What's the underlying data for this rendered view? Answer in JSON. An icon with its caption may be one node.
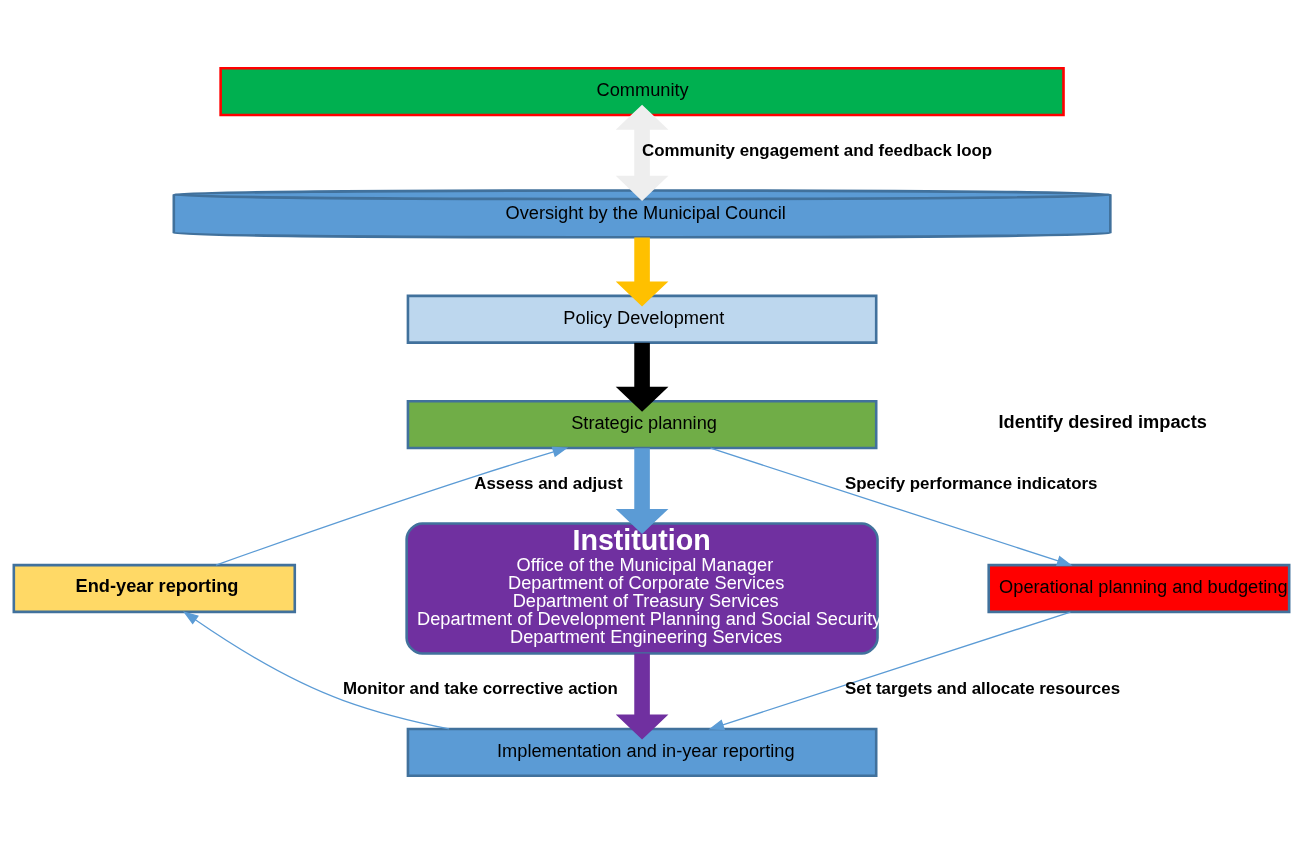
{
  "diagram": {
    "nodes": [
      {
        "text": [
          "Community"
        ]
      },
      {
        "text": [
          "Oversight by the Municipal Council"
        ]
      },
      {
        "text": [
          "Policy Development"
        ]
      },
      {
        "text": [
          "Strategic planning"
        ]
      },
      {
        "text": [
          "Institution",
          "Office of the Municipal Manager",
          "Department of Corporate Services",
          "Department of Treasury Services",
          "Department of Development Planning and Social Security",
          "Department Engineering Services"
        ]
      },
      {
        "text": [
          "End-year reporting"
        ]
      },
      {
        "text": [
          "Operational planning and budgeting"
        ]
      },
      {
        "text": [
          "Implementation and in-year reporting"
        ]
      }
    ],
    "edges": [
      {
        "from": 0,
        "to": 1,
        "arrow": "both",
        "color": "#eeeeee",
        "label": "Community engagement and feedback loop"
      },
      {
        "from": 1,
        "to": 2,
        "arrow": "to",
        "color": "#ffc000"
      },
      {
        "from": 2,
        "to": 3,
        "arrow": "to",
        "color": "#000000"
      },
      {
        "from": 3,
        "to": 4,
        "arrow": "to",
        "color": "#5b9bd5"
      },
      {
        "from": 3,
        "to": 6,
        "arrow": "to",
        "label": "Specify performance indicators"
      },
      {
        "from": 6,
        "to": 7,
        "arrow": "to",
        "label": "Set targets and allocate resources"
      },
      {
        "from": 4,
        "to": 7,
        "arrow": "to",
        "color": "#7030a0"
      },
      {
        "from": 7,
        "to": 5,
        "arrow": "to",
        "label": "Monitor and take corrective action"
      },
      {
        "from": 5,
        "to": 3,
        "arrow": "to",
        "label": "Assess and adjust"
      }
    ],
    "labels": [
      "Identify desired impacts"
    ]
  }
}
